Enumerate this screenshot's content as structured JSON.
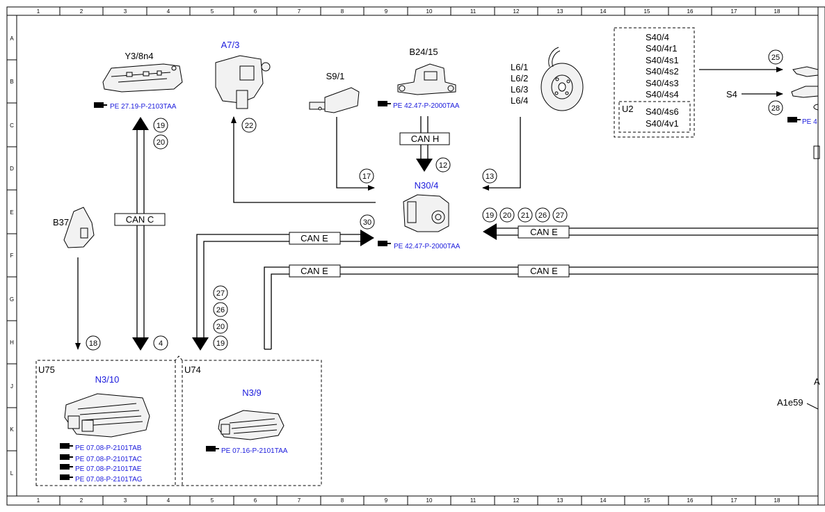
{
  "grid": {
    "columns": [
      "1",
      "2",
      "3",
      "4",
      "5",
      "6",
      "7",
      "8",
      "9",
      "10",
      "11",
      "12",
      "13",
      "14",
      "15",
      "16",
      "17",
      "18"
    ],
    "rows": [
      "A",
      "B",
      "C",
      "D",
      "E",
      "F",
      "G",
      "H",
      "J",
      "K",
      "L"
    ]
  },
  "components": {
    "y3": {
      "label": "Y3/8n4",
      "ref": "PE 27.19-P-2103TAA"
    },
    "a7": {
      "label": "A7/3"
    },
    "s9": {
      "label": "S9/1"
    },
    "b24": {
      "label": "B24/15",
      "ref": "PE 42.47-P-2000TAA"
    },
    "l6": {
      "labels": [
        "L6/1",
        "L6/2",
        "L6/3",
        "L6/4"
      ]
    },
    "s40": {
      "labels": [
        "S40/4",
        "S40/4r1",
        "S40/4s1",
        "S40/4s2",
        "S40/4s3",
        "S40/4s4"
      ],
      "u2": "U2",
      "u2_labels": [
        "S40/4s6",
        "S40/4v1"
      ]
    },
    "s4": {
      "label": "S4",
      "ref": "PE 4"
    },
    "n30": {
      "label": "N30/4",
      "ref": "PE 42.47-P-2000TAA"
    },
    "b37": {
      "label": "B37"
    },
    "u75": {
      "label": "U75",
      "module": "N3/10",
      "refs": [
        "PE 07.08-P-2101TAB",
        "PE 07.08-P-2101TAC",
        "PE 07.08-P-2101TAE",
        "PE 07.08-P-2101TAG"
      ]
    },
    "u74": {
      "label": "U74",
      "module": "N3/9",
      "refs": [
        "PE 07.16-P-2101TAA"
      ]
    },
    "a1": {
      "label": "A1e59",
      "partial": "A"
    }
  },
  "bus_labels": {
    "can_h": "CAN H",
    "can_c": "CAN C",
    "can_e1": "CAN E",
    "can_e2": "CAN E",
    "can_e3": "CAN E",
    "can_e4": "CAN E"
  },
  "markers": {
    "m19a": "19",
    "m20a": "20",
    "m22": "22",
    "m12": "12",
    "m17": "17",
    "m13": "13",
    "m25": "25",
    "m28": "28",
    "m30": "30",
    "m19b": "19",
    "m20b": "20",
    "m21": "21",
    "m26b": "26",
    "m27b": "27",
    "m27": "27",
    "m26": "26",
    "m20c": "20",
    "m19c": "19",
    "m18": "18",
    "m4": "4"
  },
  "colors": {
    "link": "#1a1adc",
    "line": "#000000"
  }
}
